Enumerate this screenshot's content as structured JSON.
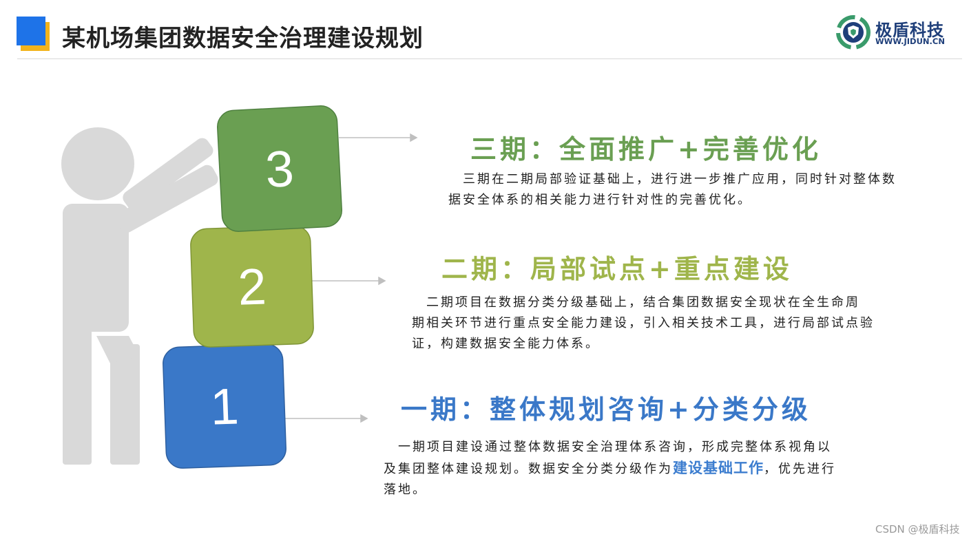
{
  "header": {
    "title": "某机场集团数据安全治理建设规划"
  },
  "brand": {
    "name": "极盾科技",
    "url": "WWW.JIDUN.CN",
    "logo_icon": "jidun-shield-logo"
  },
  "blocks": [
    {
      "number": "3",
      "color": "#6a9f52"
    },
    {
      "number": "2",
      "color": "#9fb54b"
    },
    {
      "number": "1",
      "color": "#3a78c8"
    }
  ],
  "phases": [
    {
      "title": "三期：全面推广+完善优化",
      "color": "#6a9f52",
      "desc_lines": [
        "　三期在二期局部验证基础上，进行进一步推广应用，同时针对整体数",
        "据安全体系的相关能力进行针对性的完善优化。"
      ]
    },
    {
      "title": "二期：局部试点+重点建设",
      "color": "#9fb54b",
      "desc_lines": [
        "　二期项目在数据分类分级基础上，结合集团数据安全现状在全生命周",
        "期相关环节进行重点安全能力建设，引入相关技术工具，进行局部试点验",
        "证，构建数据安全能力体系。"
      ]
    },
    {
      "title": "一期：整体规划咨询+分类分级",
      "color": "#3a78c8",
      "desc_line1": "　一期项目建设通过整体数据安全治理体系咨询，形成完整体系视角以",
      "desc_line2_before": "及集团整体建设规划。数据安全分类分级作为",
      "desc_highlight": "建设基础工作",
      "desc_line2_after": "，优先进行",
      "desc_line3": "落地。"
    }
  ],
  "figure_color": "#d9d9d9",
  "watermark": "CSDN @极盾科技"
}
